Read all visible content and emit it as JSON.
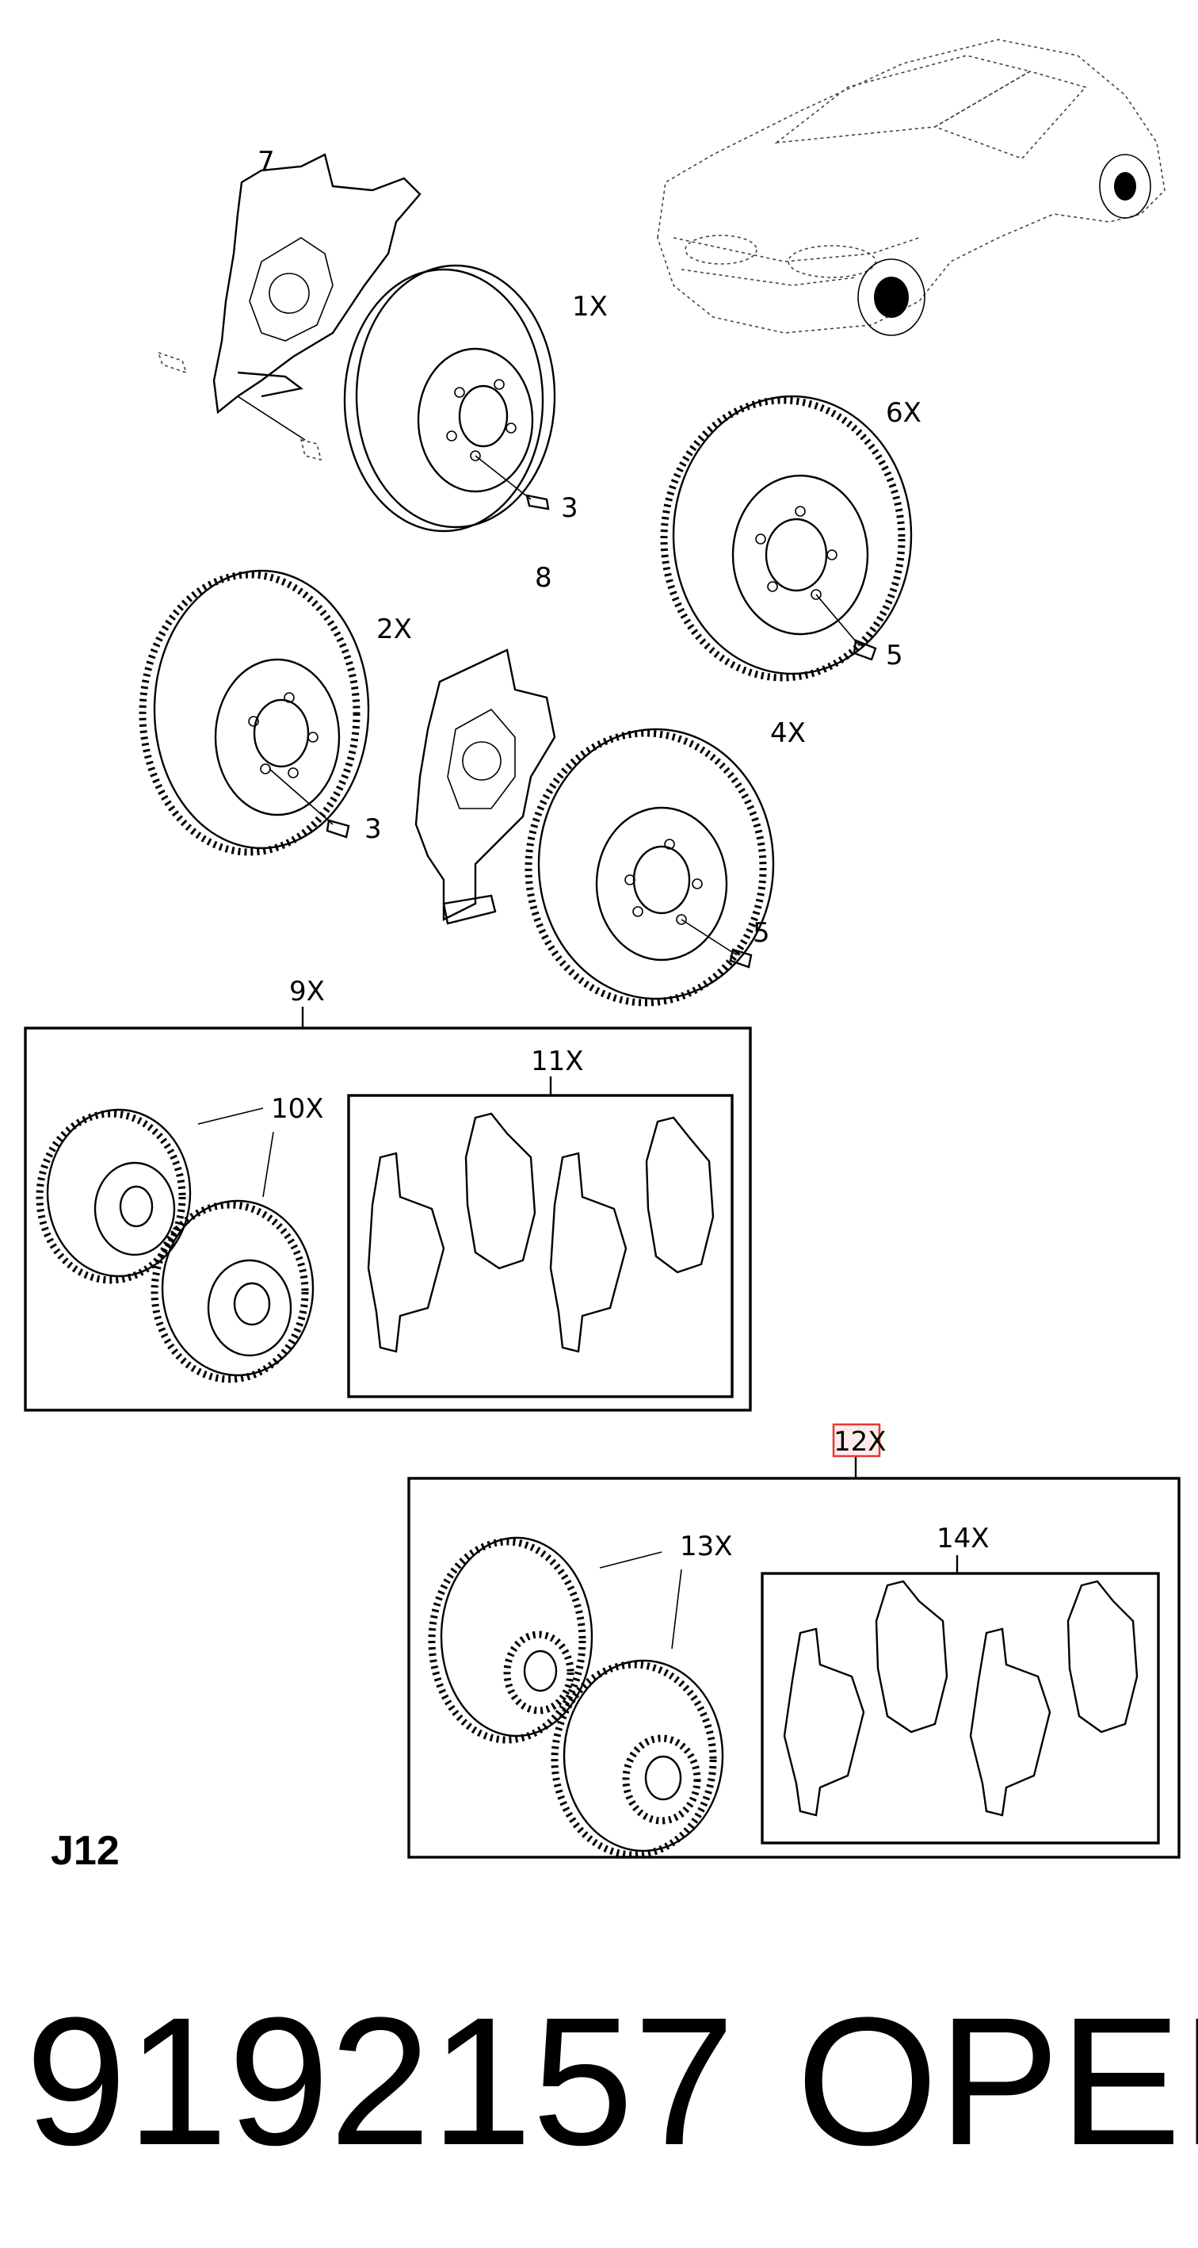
{
  "callouts": {
    "c1": "1X",
    "c2": "2X",
    "c3a": "3",
    "c3b": "3",
    "c4": "4X",
    "c5a": "5",
    "c5b": "5",
    "c6": "6X",
    "c7": "7",
    "c8": "8",
    "c9": "9X",
    "c10": "10X",
    "c11": "11X",
    "c12": "12X",
    "c13": "13X",
    "c14": "14X"
  },
  "diagram_code": "J12",
  "part_number": "9192157",
  "brand": "OPEL",
  "highlight_color": "#e53935"
}
